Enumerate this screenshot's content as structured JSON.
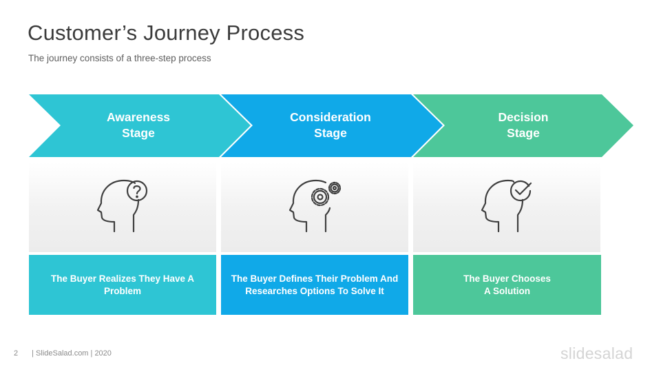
{
  "slide": {
    "title": "Customer’s Journey Process",
    "subtitle": "The journey consists of a three-step process"
  },
  "stages": [
    {
      "label": "Awareness\nStage",
      "description": "The Buyer Realizes They Have A\nProblem",
      "icon": "head-question-icon",
      "color": "#2ec5d4"
    },
    {
      "label": "Consideration\nStage",
      "description": "The Buyer Defines Their Problem And\nResearches Options To Solve It",
      "icon": "head-gears-icon",
      "color": "#10a9e8"
    },
    {
      "label": "Decision\nStage",
      "description": "The Buyer Chooses\nA Solution",
      "icon": "head-checkmark-icon",
      "color": "#4dc79a"
    }
  ],
  "footer": {
    "page_number": "2",
    "credit": "| SlideSalad.com | 2020"
  },
  "logo": "slidesalad"
}
